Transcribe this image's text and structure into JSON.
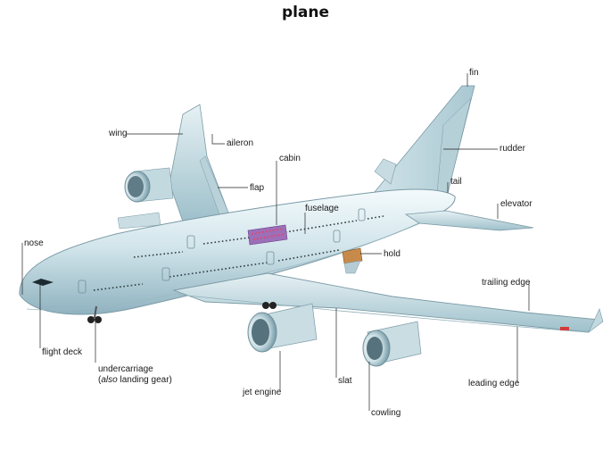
{
  "title": "plane",
  "labels": {
    "fin": "fin",
    "wing": "wing",
    "aileron": "aileron",
    "cabin": "cabin",
    "rudder": "rudder",
    "tail": "tail",
    "flap": "flap",
    "fuselage": "fuselage",
    "elevator": "elevator",
    "nose": "nose",
    "hold": "hold",
    "trailing_edge": "trailing edge",
    "flight_deck": "flight deck",
    "undercarriage": "undercarriage",
    "undercarriage_also": "also",
    "undercarriage_alt": "landing gear",
    "jet_engine": "jet engine",
    "slat": "slat",
    "leading_edge": "leading edge",
    "cowling": "cowling"
  }
}
